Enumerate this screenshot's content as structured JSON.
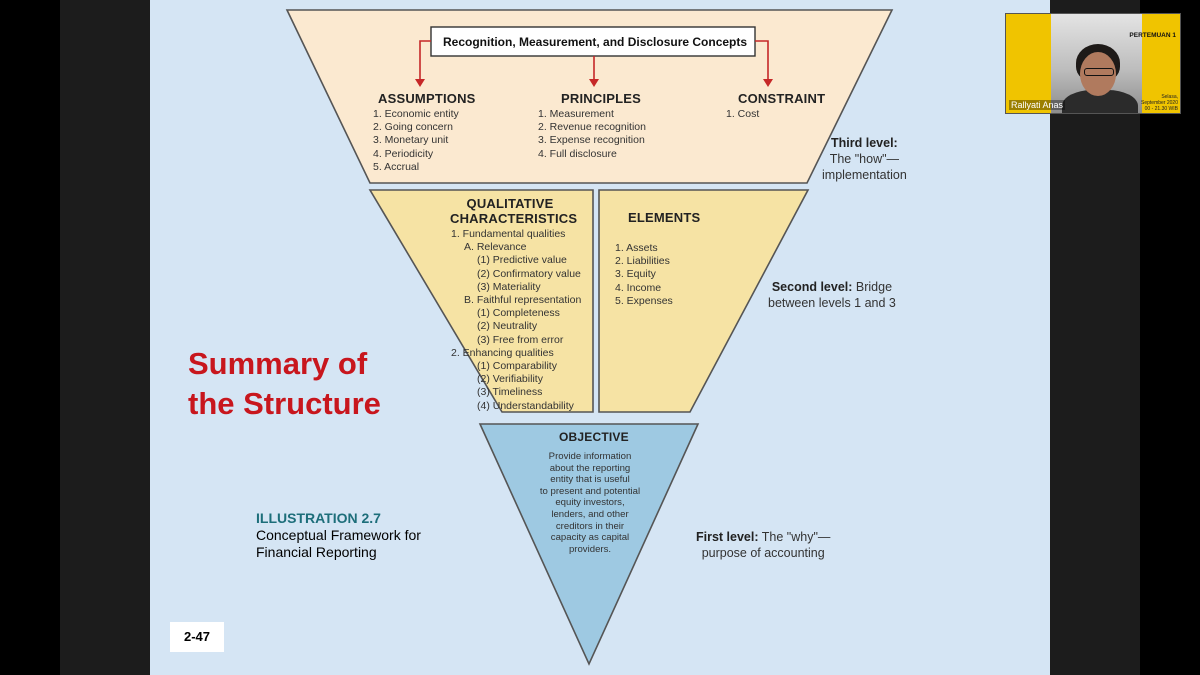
{
  "slide": {
    "concepts_box": "Recognition, Measurement, and Disclosure Concepts",
    "assumptions": {
      "title": "ASSUMPTIONS",
      "items": [
        "1. Economic entity",
        "2. Going concern",
        "3. Monetary unit",
        "4. Periodicity",
        "5. Accrual"
      ]
    },
    "principles": {
      "title": "PRINCIPLES",
      "items": [
        "1. Measurement",
        "2. Revenue recognition",
        "3. Expense recognition",
        "4. Full disclosure"
      ]
    },
    "constraint": {
      "title": "CONSTRAINT",
      "items": [
        "1. Cost"
      ]
    },
    "third_level": {
      "bold": "Third level:",
      "line2": "The \"how\"—",
      "line3": "implementation"
    },
    "qualitative": {
      "title_line1": "QUALITATIVE",
      "title_line2": "CHARACTERISTICS",
      "items": [
        "1. Fundamental qualities",
        "A. Relevance",
        "(1) Predictive value",
        "(2) Confirmatory value",
        "(3) Materiality",
        "B. Faithful representation",
        "(1) Completeness",
        "(2) Neutrality",
        "(3) Free from error",
        "2. Enhancing qualities",
        "(1) Comparability",
        "(2) Verifiability",
        "(3) Timeliness",
        "(4) Understandability"
      ]
    },
    "elements": {
      "title": "ELEMENTS",
      "items": [
        "1. Assets",
        "2. Liabilities",
        "3. Equity",
        "4. Income",
        "5. Expenses"
      ]
    },
    "second_level": {
      "bold": "Second level:",
      "rest": "Bridge",
      "line2": "between levels 1 and 3"
    },
    "objective": {
      "title": "OBJECTIVE",
      "lines": [
        "Provide information",
        "about the reporting",
        "entity that is useful",
        "to present and potential",
        "equity investors,",
        "lenders, and other",
        "creditors in their",
        "capacity as capital",
        "providers."
      ]
    },
    "first_level": {
      "bold": "First level:",
      "rest": "The \"why\"—",
      "line2": "purpose of accounting"
    },
    "summary_line1": "Summary of",
    "summary_line2": "the Structure",
    "illustration_number": "ILLUSTRATION 2.7",
    "illustration_line1": "Conceptual Framework for",
    "illustration_line2": "Financial Reporting",
    "page_number": "2-47"
  },
  "video": {
    "participant_name": "Rallyati Anas",
    "banner_title": "PERTEMUAN 1",
    "banner_date_line1": "Selasa,",
    "banner_date_line2": "September 2020",
    "banner_date_line3": "00 - 21.30 WIB"
  },
  "colors": {
    "slide_background": "#d5e5f4",
    "top_trapezoid": "#fbe9d0",
    "middle_panels": "#f6e3a4",
    "objective_triangle": "#9ec9e2",
    "summary_red": "#c8161d",
    "illustration_teal": "#1d6e7a",
    "arrow_red": "#c62828"
  }
}
